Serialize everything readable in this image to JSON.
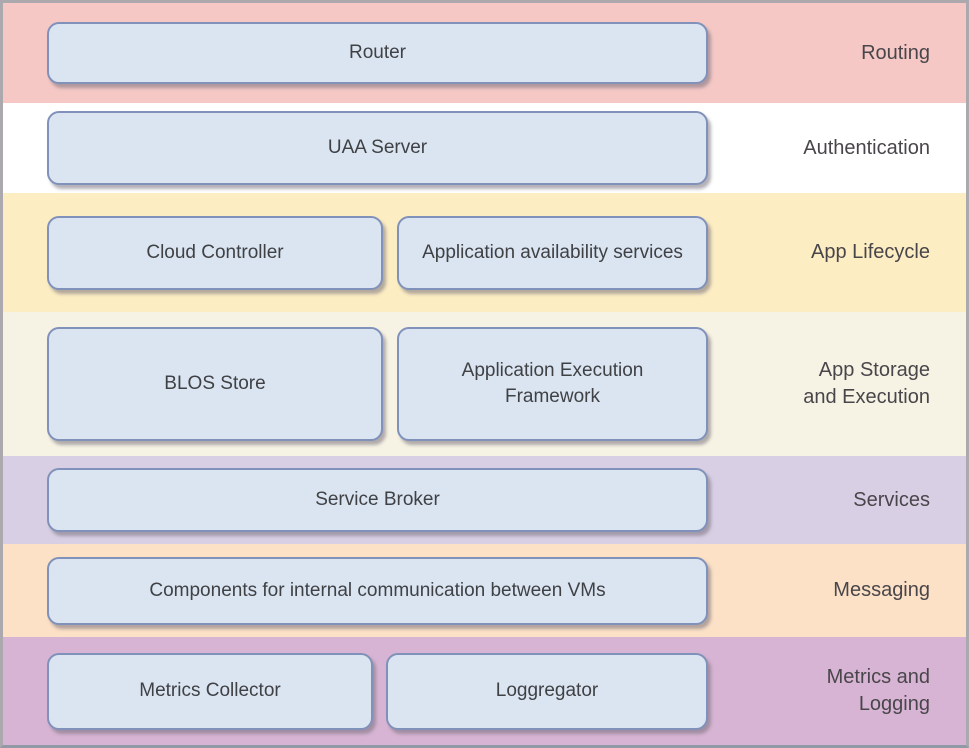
{
  "diagram": {
    "bands": [
      {
        "label": "Routing",
        "bg": "#f5c8c5",
        "components": [
          "Router"
        ]
      },
      {
        "label": "Authentication",
        "bg": "#ffffff",
        "components": [
          "UAA Server"
        ]
      },
      {
        "label": "App Lifecycle",
        "bg": "#fcedc2",
        "components": [
          "Cloud Controller",
          "Application availability services"
        ]
      },
      {
        "label": "App Storage\nand Execution",
        "bg": "#f6f3e4",
        "components": [
          "BLOS Store",
          "Application Execution\nFramework"
        ]
      },
      {
        "label": "Services",
        "bg": "#d8cfe4",
        "components": [
          "Service Broker"
        ]
      },
      {
        "label": "Messaging",
        "bg": "#fce1c6",
        "components": [
          "Components for internal communication between VMs"
        ]
      },
      {
        "label": "Metrics and\nLogging",
        "bg": "#d7b4d3",
        "components": [
          "Metrics Collector",
          "Loggregator"
        ]
      }
    ]
  },
  "theme": {
    "button-bg": "#dbe5f2",
    "button-border": "#8091ba",
    "button-text": "#3f4144",
    "button-shadow": "rgba(118,112,124,0.55)",
    "label-text": "#49464b",
    "frame-border": "#aba9ae",
    "frame-border-bottom": "#9199a7"
  }
}
